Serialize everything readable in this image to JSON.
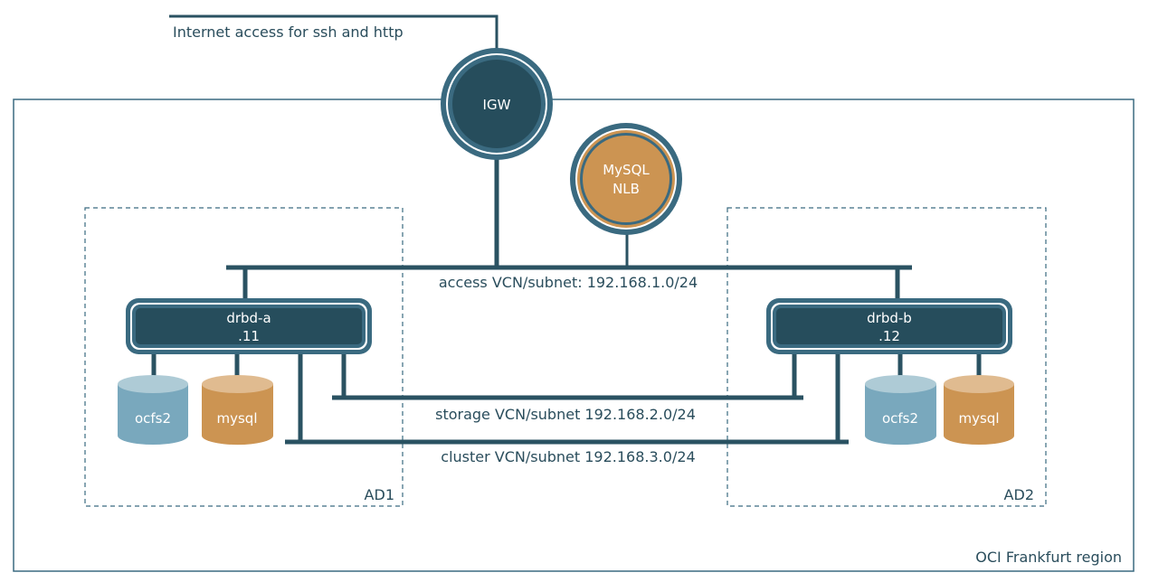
{
  "internet": {
    "label": "Internet access for ssh and http"
  },
  "region": {
    "label": "OCI Frankfurt region"
  },
  "igw": {
    "label": "IGW"
  },
  "nlb": {
    "line1": "MySQL",
    "line2": "NLB"
  },
  "ad1": {
    "label": "AD1"
  },
  "ad2": {
    "label": "AD2"
  },
  "networks": {
    "access": "access VCN/subnet: 192.168.1.0/24",
    "storage": "storage VCN/subnet 192.168.2.0/24",
    "cluster": "cluster VCN/subnet 192.168.3.0/24"
  },
  "nodes": [
    {
      "name": "drbd-a",
      "ip": ".11",
      "disks": [
        "ocfs2",
        "mysql"
      ]
    },
    {
      "name": "drbd-b",
      "ip": ".12",
      "disks": [
        "ocfs2",
        "mysql"
      ]
    }
  ],
  "colors": {
    "dark": "#264d5c",
    "ring": "#3a6a80",
    "orange": "#cc9452",
    "blue": "#79a8bd"
  }
}
